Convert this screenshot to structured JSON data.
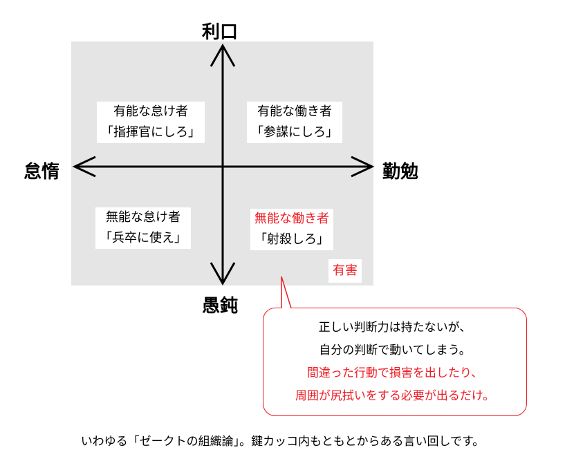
{
  "axes": {
    "top": "利口",
    "bottom": "愚鈍",
    "left": "怠惰",
    "right": "勤勉"
  },
  "quadrants": {
    "top_left": {
      "title": "有能な怠け者",
      "advice": "「指揮官にしろ」"
    },
    "top_right": {
      "title": "有能な働き者",
      "advice": "「参謀にしろ」"
    },
    "bottom_left": {
      "title": "無能な怠け者",
      "advice": "「兵卒に使え」"
    },
    "bottom_right": {
      "title": "無能な働き者",
      "advice": "「射殺しろ」",
      "tag": "有害"
    }
  },
  "callout": {
    "lines": [
      "正しい判断力は持たないが、",
      "自分の判断で動いてしまう。"
    ],
    "red_lines": [
      "間違った行動で損害を出したり、",
      "周囲が尻拭いをする必要が出るだけ。"
    ]
  },
  "footer": "いわゆる「ゼークトの組織論」。鍵カッコ内もともとからある言い回しです。",
  "colors": {
    "accent": "#ee1c24",
    "panel": "#e5e5e5"
  }
}
